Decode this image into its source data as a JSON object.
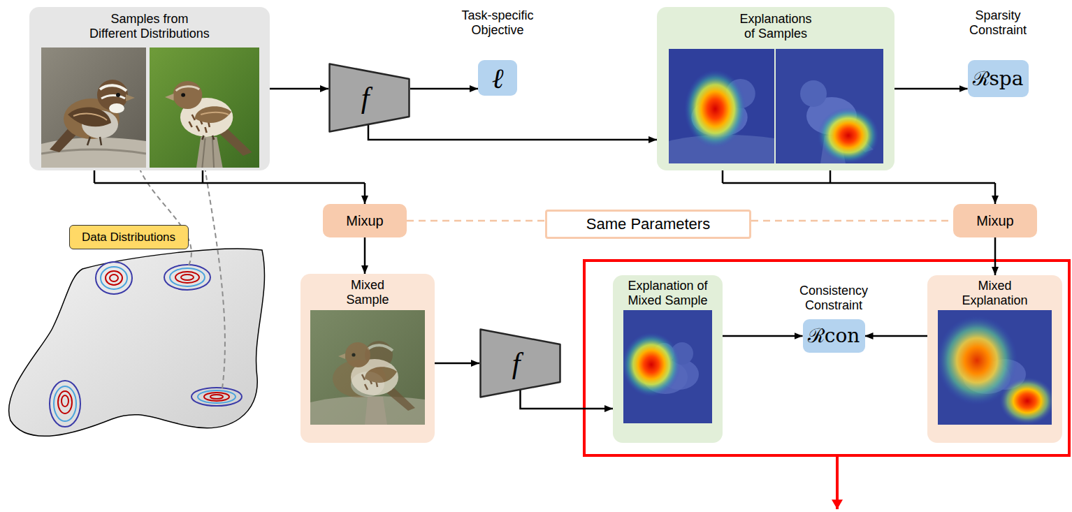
{
  "diagram": {
    "nodes": [
      {
        "text": [
          "Samples from Different Distributions"
        ]
      },
      {
        "text": [
          "f"
        ]
      },
      {
        "text": [
          "Task-specific Objective",
          "ℓ"
        ]
      },
      {
        "text": [
          "Explanations of Samples"
        ]
      },
      {
        "text": [
          "Sparsity Constraint",
          "ℛspa"
        ]
      },
      {
        "text": [
          "Mixup"
        ]
      },
      {
        "text": [
          "Same Parameters"
        ]
      },
      {
        "text": [
          "Mixup"
        ]
      },
      {
        "text": [
          "Data Distributions"
        ]
      },
      {
        "text": [
          "Mixed Sample"
        ]
      },
      {
        "text": [
          "f"
        ]
      },
      {
        "text": [
          "Explanation of Mixed Sample"
        ]
      },
      {
        "text": [
          "Consistency Constraint",
          "ℛcon"
        ]
      },
      {
        "text": [
          "Mixed Explanation"
        ]
      }
    ],
    "edges": [
      {
        "from": 0,
        "to": 1,
        "arrow": "to"
      },
      {
        "from": 1,
        "to": 2,
        "arrow": "to"
      },
      {
        "from": 1,
        "to": 3,
        "arrow": "to"
      },
      {
        "from": 3,
        "to": 4,
        "arrow": "to"
      },
      {
        "from": 0,
        "to": 5,
        "arrow": "to"
      },
      {
        "from": 3,
        "to": 7,
        "arrow": "to"
      },
      {
        "from": 5,
        "to": 9,
        "arrow": "to"
      },
      {
        "from": 9,
        "to": 10,
        "arrow": "to"
      },
      {
        "from": 10,
        "to": 11,
        "arrow": "to"
      },
      {
        "from": 11,
        "to": 12,
        "arrow": "to"
      },
      {
        "from": 7,
        "to": 13,
        "arrow": "to"
      },
      {
        "from": 13,
        "to": 12,
        "arrow": "to"
      },
      {
        "from": 5,
        "to": 6,
        "arrow": "none"
      },
      {
        "from": 6,
        "to": 7,
        "arrow": "none"
      }
    ]
  }
}
